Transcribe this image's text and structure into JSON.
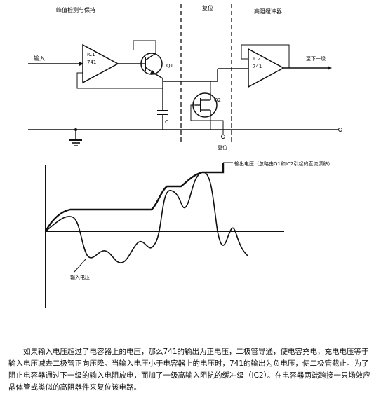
{
  "circuit": {
    "section_peak": "峰值检测与保持",
    "section_reset": "复位",
    "section_buffer": "高阻缓冲器",
    "input_label": "输入",
    "ic1_name": "IC1",
    "ic1_part": "741",
    "ic2_name": "IC2",
    "ic2_part": "741",
    "q1_label": "Q1",
    "q2_label": "Q2",
    "cap_label": "C",
    "output_label": "至下一级",
    "reset_label": "复位"
  },
  "waveform": {
    "output_label": "输出电压（忽略由Q1和IC2引起的直流漂移）",
    "input_label": "输入电压"
  },
  "caption": {
    "text": "如果输入电压超过了电容器上的电压，那么741的输出为正电压，二极管导通，使电容充电，充电电压等于输入电压减去二极管正向压降。当输入电压小于电容器上的电压时，741的输出为负电压，使二极管截止。为了阻止电容器通过下一级的输入电阻放电，而加了一级高输入阻抗的缓冲级（IC2）。在电容器两端跨接一只场效应晶体管或类似的高阻器件来复位该电路。"
  }
}
